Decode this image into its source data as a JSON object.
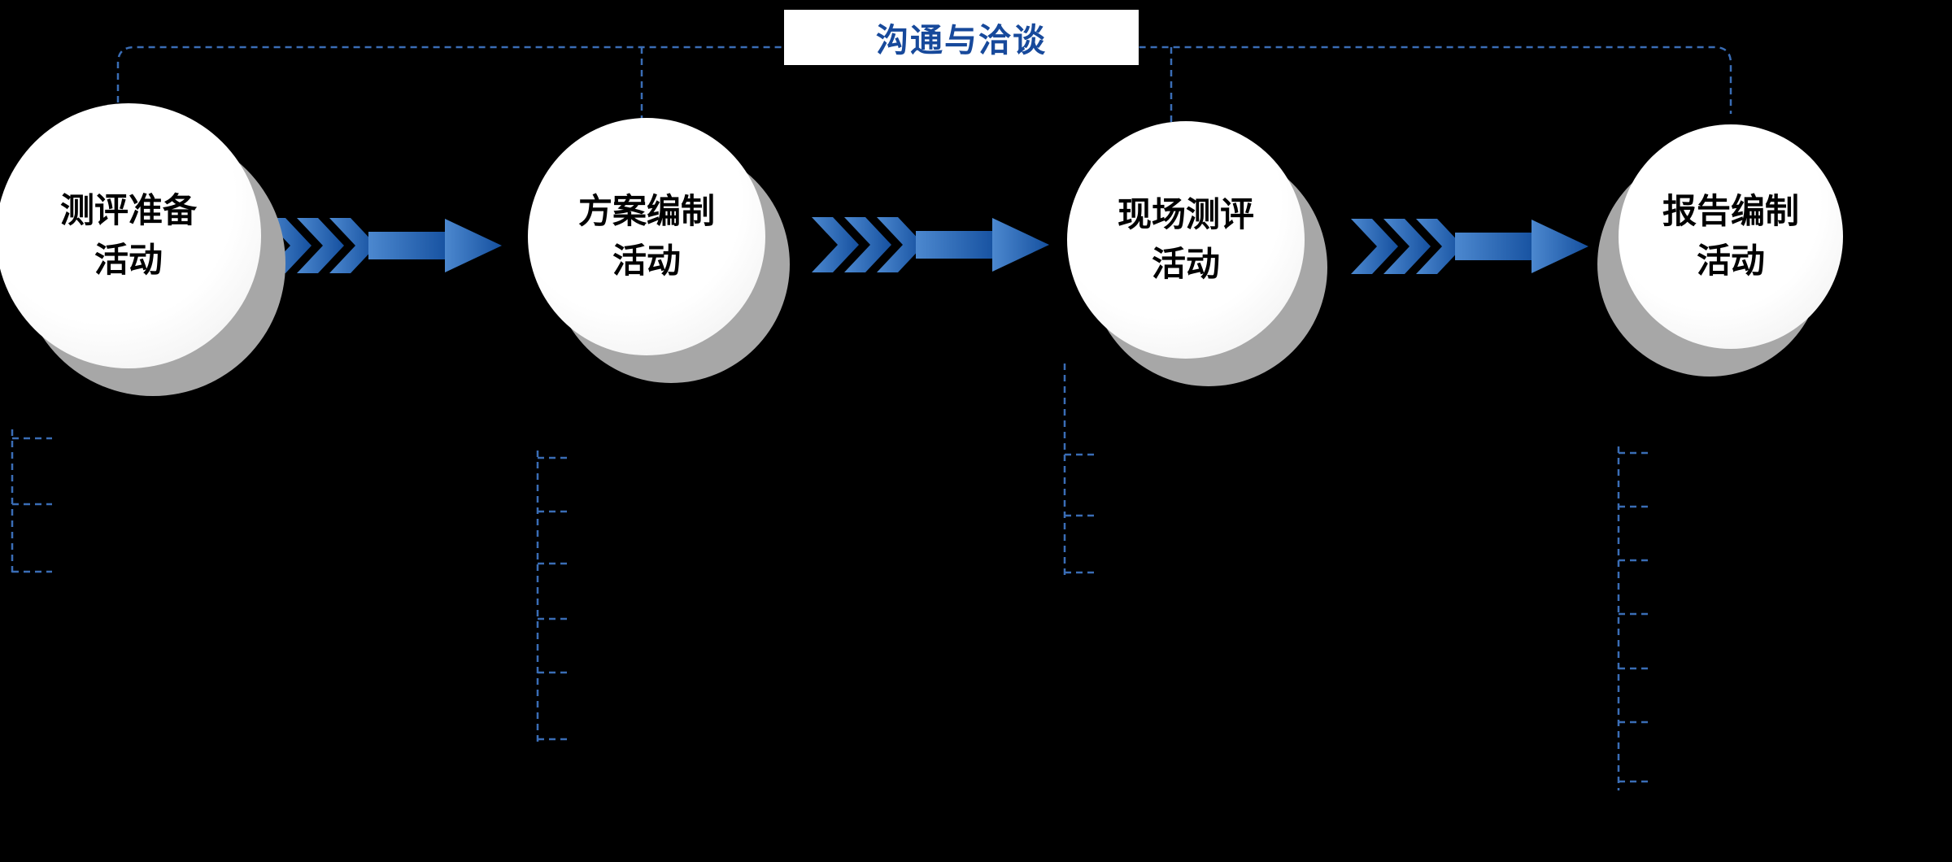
{
  "diagram": {
    "title": "沟通与洽谈",
    "stages": [
      {
        "line1": "测评准备",
        "line2": "活动"
      },
      {
        "line1": "方案编制",
        "line2": "活动"
      },
      {
        "line1": "现场测评",
        "line2": "活动"
      },
      {
        "line1": "报告编制",
        "line2": "活动"
      }
    ]
  },
  "colors": {
    "background": "#000000",
    "title_text": "#17499b",
    "arrow_gradient_start": "#4c88cf",
    "arrow_gradient_end": "#15509f",
    "connector_dash": "#3a6db5",
    "circle_fill": "#fbfbfb",
    "circle_shadow": "#a7a7a7",
    "stage_text": "#000000"
  }
}
